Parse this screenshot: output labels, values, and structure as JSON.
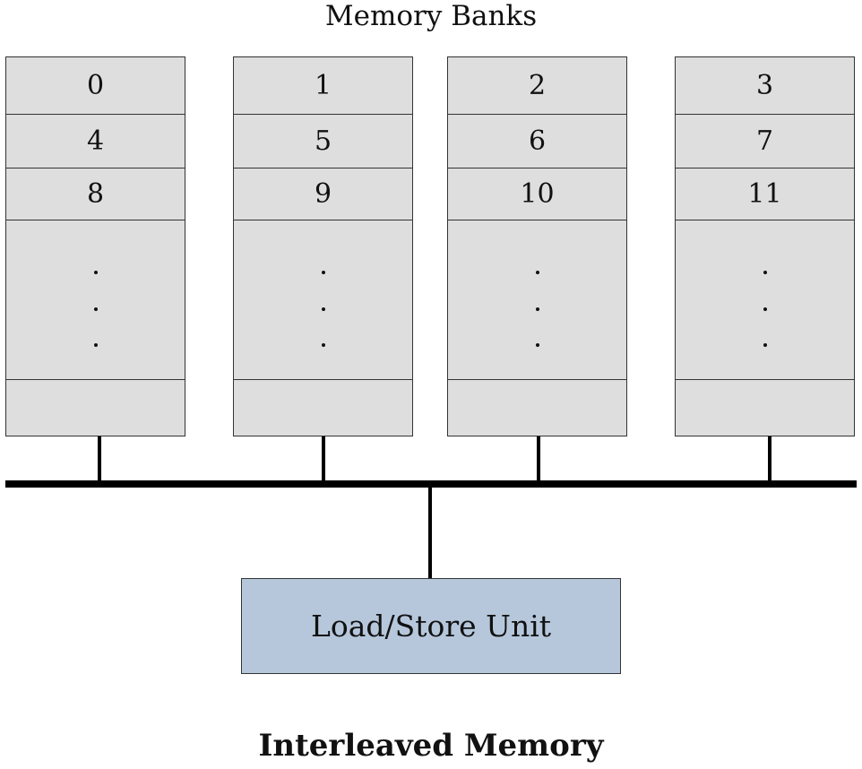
{
  "title": "Memory Banks",
  "banks": [
    {
      "cells": [
        "0",
        "4",
        "8"
      ]
    },
    {
      "cells": [
        "1",
        "5",
        "9"
      ]
    },
    {
      "cells": [
        "2",
        "6",
        "10"
      ]
    },
    {
      "cells": [
        "3",
        "7",
        "11"
      ]
    }
  ],
  "load_store_unit": "Load/Store Unit",
  "caption": "Interleaved Memory",
  "colors": {
    "bank_fill": "#dedede",
    "unit_fill": "#b6c7dc",
    "lines": "#000000"
  }
}
